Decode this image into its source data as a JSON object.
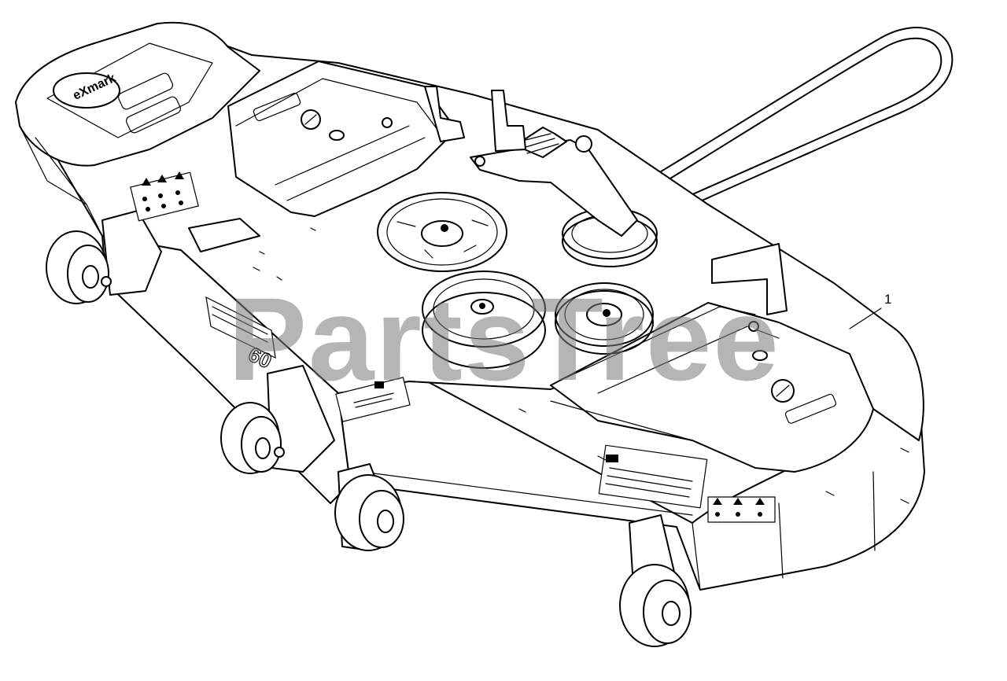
{
  "diagram": {
    "watermark": "PartsTree",
    "callouts": [
      {
        "number": "1"
      }
    ],
    "brand_logo_text": "eXmark",
    "deck_size_label": "60",
    "colors": {
      "line": "#000000",
      "background": "#ffffff",
      "watermark": "#787878"
    }
  }
}
